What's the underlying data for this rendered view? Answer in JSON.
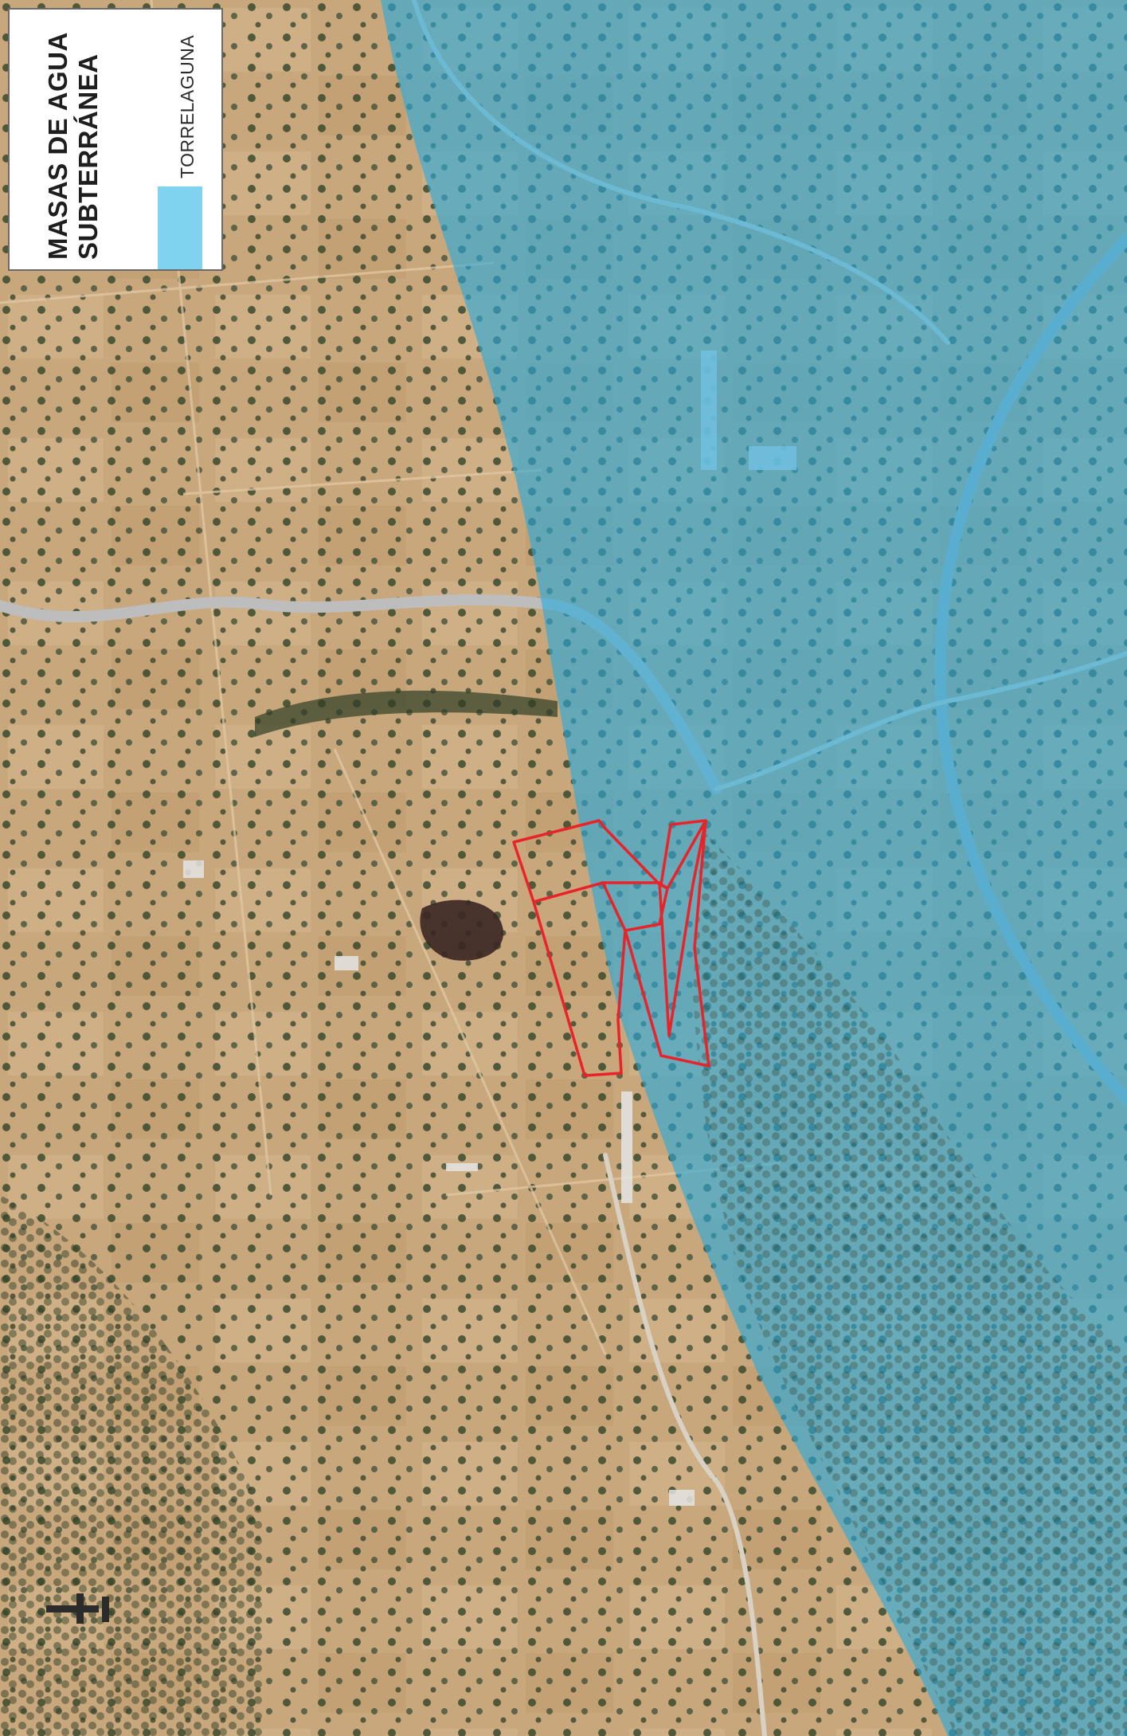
{
  "map": {
    "legend": {
      "title_line1": "MASAS DE AGUA",
      "title_line2": "SUBTERRÁNEA",
      "items": [
        {
          "label": "TORRELAGUNA",
          "color": "#7fd3ef"
        }
      ]
    },
    "north_arrow": {
      "icon": "north-arrow-icon"
    },
    "colors": {
      "terrain": "#c7a57a",
      "aquifer_overlay": "#29a9dd",
      "parcel_outline": "#e8232a",
      "road": "#c9c9c9",
      "vegetation": "#3c4a2e"
    }
  }
}
